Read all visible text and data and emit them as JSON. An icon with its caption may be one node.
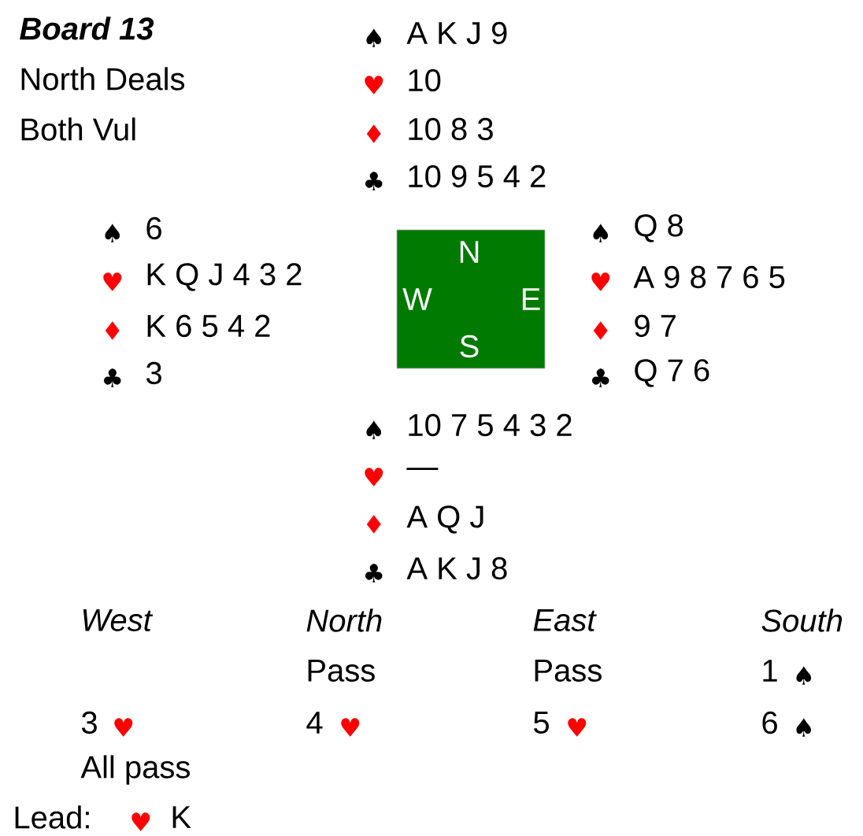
{
  "diagram": {
    "title": "Board 13",
    "nodes": [
      {
        "text": [
          "N",
          "W",
          "E",
          "S"
        ]
      }
    ],
    "labels": [
      "North Deals",
      "Both Vul",
      "♠",
      "A K J 9",
      "♥",
      "10",
      "♦",
      "10 8 3",
      "♣",
      "10 9 5 4 2",
      "♠",
      "6",
      "♥",
      "K Q J 4 3 2",
      "♦",
      "K 6 5 4 2",
      "♣",
      "3",
      "♠",
      "Q 8",
      "♥",
      "A 9 8 7 6 5",
      "♦",
      "9 7",
      "♣",
      "Q 7 6",
      "♠",
      "10 7 5 4 3 2",
      "♥",
      "—",
      "♦",
      "A Q J",
      "♣",
      "A K J 8",
      "West",
      "North",
      "East",
      "South",
      "Pass",
      "Pass",
      "1",
      "♠",
      "3",
      "♥",
      "4",
      "♥",
      "5",
      "♥",
      "6",
      "♠",
      "All pass",
      "Lead:",
      "♥",
      "K"
    ]
  }
}
